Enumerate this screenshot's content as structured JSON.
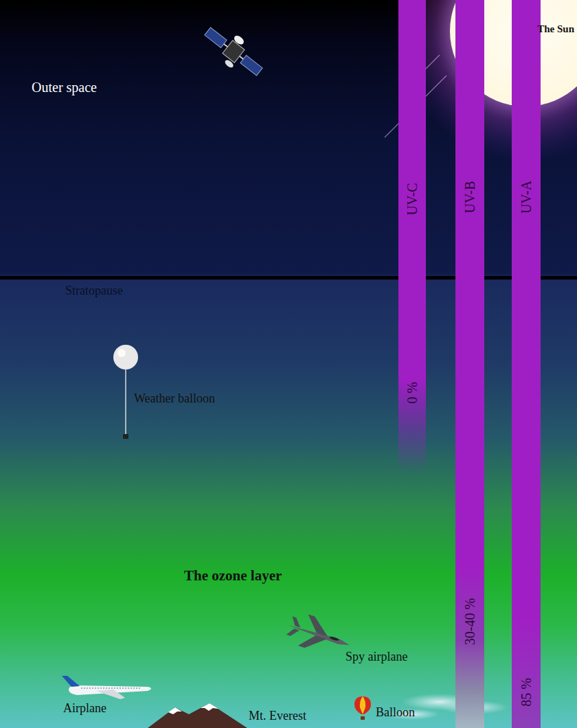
{
  "diagram": {
    "nodes": [
      {
        "text": [
          "The Sun"
        ]
      },
      {
        "text": [
          "UV-C",
          "0 %"
        ]
      },
      {
        "text": [
          "UV-B",
          "30-40 %"
        ]
      },
      {
        "text": [
          "UV-A",
          "85 %"
        ]
      }
    ],
    "labels": [
      "Outer space",
      "Stratopause",
      "Weather balloon",
      "The ozone layer",
      "Spy airplane",
      "Airplane",
      "Mt. Everest",
      "Balloon"
    ]
  }
}
